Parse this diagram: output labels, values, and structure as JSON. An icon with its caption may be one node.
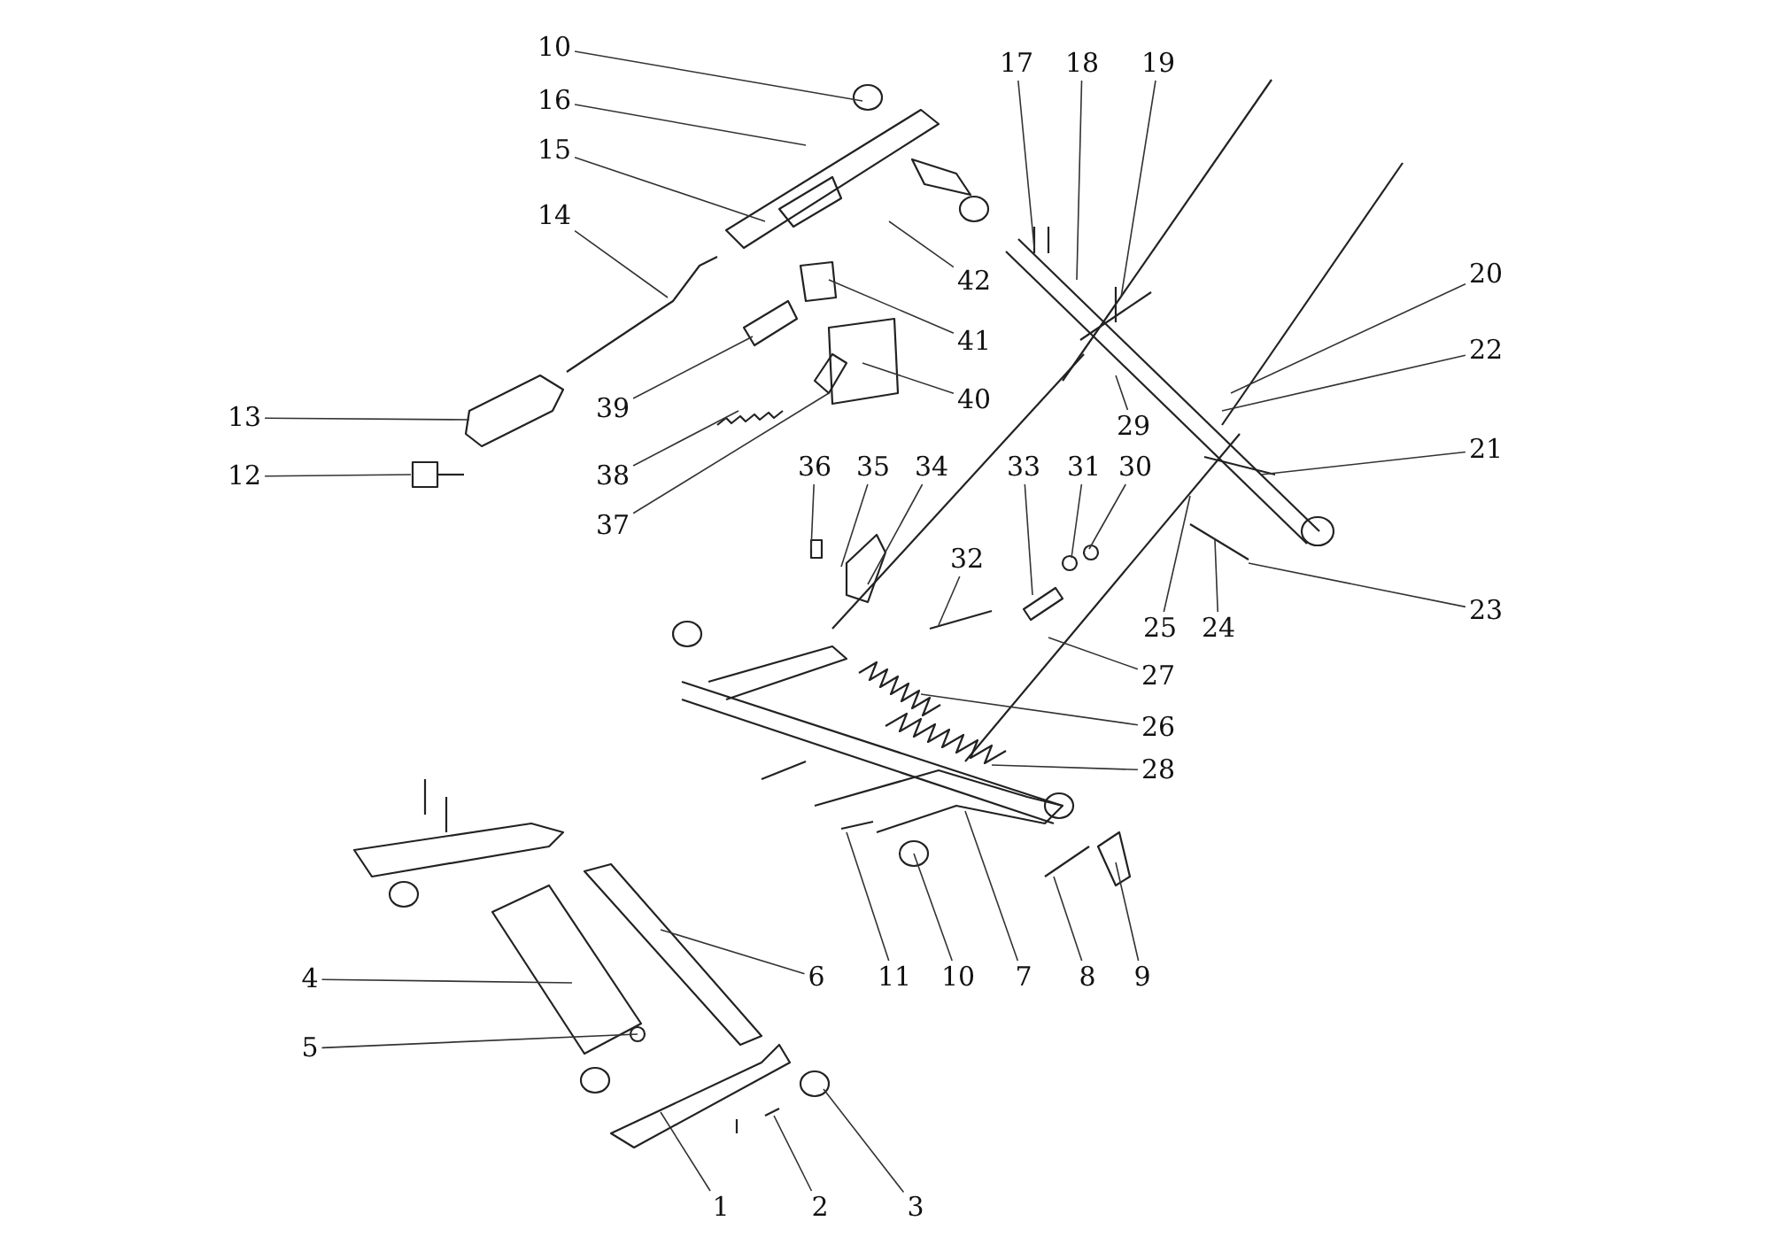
{
  "diagram": {
    "nodes": [
      {
        "text": [
          "10"
        ]
      },
      {
        "text": [
          "16"
        ]
      },
      {
        "text": [
          "15"
        ]
      },
      {
        "text": [
          "14"
        ]
      },
      {
        "text": [
          "17"
        ]
      },
      {
        "text": [
          "18"
        ]
      },
      {
        "text": [
          "19"
        ]
      },
      {
        "text": [
          "42"
        ]
      },
      {
        "text": [
          "20"
        ]
      },
      {
        "text": [
          "41"
        ]
      },
      {
        "text": [
          "22"
        ]
      },
      {
        "text": [
          "39"
        ]
      },
      {
        "text": [
          "40"
        ]
      },
      {
        "text": [
          "13"
        ]
      },
      {
        "text": [
          "29"
        ]
      },
      {
        "text": [
          "21"
        ]
      },
      {
        "text": [
          "36"
        ]
      },
      {
        "text": [
          "35"
        ]
      },
      {
        "text": [
          "34"
        ]
      },
      {
        "text": [
          "33"
        ]
      },
      {
        "text": [
          "31"
        ]
      },
      {
        "text": [
          "30"
        ]
      },
      {
        "text": [
          "38"
        ]
      },
      {
        "text": [
          "12"
        ]
      },
      {
        "text": [
          "37"
        ]
      },
      {
        "text": [
          "32"
        ]
      },
      {
        "text": [
          "23"
        ]
      },
      {
        "text": [
          "25"
        ]
      },
      {
        "text": [
          "24"
        ]
      },
      {
        "text": [
          "27"
        ]
      },
      {
        "text": [
          "26"
        ]
      },
      {
        "text": [
          "28"
        ]
      },
      {
        "text": [
          "11"
        ]
      },
      {
        "text": [
          "10"
        ]
      },
      {
        "text": [
          "7"
        ]
      },
      {
        "text": [
          "8"
        ]
      },
      {
        "text": [
          "9"
        ]
      },
      {
        "text": [
          "6"
        ]
      },
      {
        "text": [
          "4"
        ]
      },
      {
        "text": [
          "5"
        ]
      },
      {
        "text": [
          "1"
        ]
      },
      {
        "text": [
          "2"
        ]
      },
      {
        "text": [
          "3"
        ]
      }
    ],
    "edges": [
      {
        "from": 0,
        "to": null,
        "arrow": "none"
      },
      {
        "from": 1,
        "to": null,
        "arrow": "none"
      },
      {
        "from": 2,
        "to": null,
        "arrow": "none"
      },
      {
        "from": 3,
        "to": null,
        "arrow": "none"
      },
      {
        "from": 4,
        "to": null,
        "arrow": "none"
      },
      {
        "from": 5,
        "to": null,
        "arrow": "none"
      },
      {
        "from": 6,
        "to": null,
        "arrow": "none"
      },
      {
        "from": 7,
        "to": null,
        "arrow": "none"
      },
      {
        "from": 8,
        "to": null,
        "arrow": "none"
      },
      {
        "from": 9,
        "to": null,
        "arrow": "none"
      },
      {
        "from": 10,
        "to": null,
        "arrow": "none"
      },
      {
        "from": 11,
        "to": null,
        "arrow": "none"
      },
      {
        "from": 12,
        "to": null,
        "arrow": "none"
      },
      {
        "from": 13,
        "to": null,
        "arrow": "none"
      },
      {
        "from": 14,
        "to": null,
        "arrow": "none"
      },
      {
        "from": 15,
        "to": null,
        "arrow": "none"
      },
      {
        "from": 16,
        "to": null,
        "arrow": "none"
      },
      {
        "from": 17,
        "to": null,
        "arrow": "none"
      },
      {
        "from": 18,
        "to": null,
        "arrow": "none"
      },
      {
        "from": 19,
        "to": null,
        "arrow": "none"
      },
      {
        "from": 20,
        "to": null,
        "arrow": "none"
      },
      {
        "from": 21,
        "to": null,
        "arrow": "none"
      },
      {
        "from": 22,
        "to": null,
        "arrow": "none"
      },
      {
        "from": 23,
        "to": null,
        "arrow": "none"
      },
      {
        "from": 24,
        "to": null,
        "arrow": "none"
      },
      {
        "from": 25,
        "to": null,
        "arrow": "none"
      },
      {
        "from": 26,
        "to": null,
        "arrow": "none"
      },
      {
        "from": 27,
        "to": null,
        "arrow": "none"
      },
      {
        "from": 28,
        "to": null,
        "arrow": "none"
      },
      {
        "from": 29,
        "to": null,
        "arrow": "none"
      },
      {
        "from": 30,
        "to": null,
        "arrow": "none"
      },
      {
        "from": 31,
        "to": null,
        "arrow": "none"
      },
      {
        "from": 32,
        "to": null,
        "arrow": "none"
      },
      {
        "from": 33,
        "to": null,
        "arrow": "none"
      },
      {
        "from": 34,
        "to": null,
        "arrow": "none"
      },
      {
        "from": 35,
        "to": null,
        "arrow": "none"
      },
      {
        "from": 36,
        "to": null,
        "arrow": "none"
      },
      {
        "from": 37,
        "to": null,
        "arrow": "none"
      },
      {
        "from": 38,
        "to": null,
        "arrow": "none"
      },
      {
        "from": 39,
        "to": null,
        "arrow": "none"
      },
      {
        "from": 40,
        "to": null,
        "arrow": "none"
      },
      {
        "from": 41,
        "to": null,
        "arrow": "none"
      },
      {
        "from": 42,
        "to": null,
        "arrow": "none"
      }
    ]
  }
}
